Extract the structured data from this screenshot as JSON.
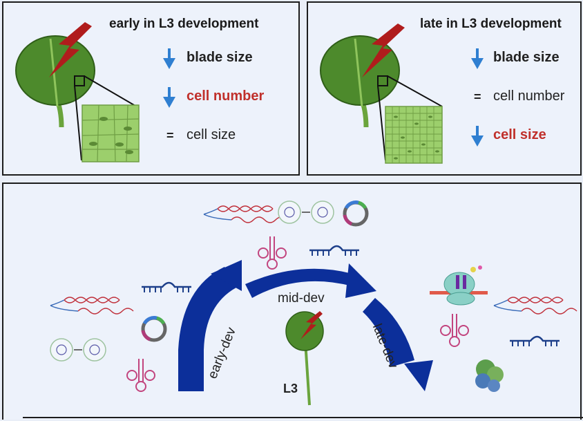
{
  "panel_early": {
    "title": "early in L3 development",
    "rows": [
      {
        "symbol": "down-arrow",
        "label": "blade size"
      },
      {
        "symbol": "down-arrow",
        "label": "cell number"
      },
      {
        "symbol": "=",
        "label": "cell size"
      }
    ]
  },
  "panel_late": {
    "title": "late in L3 development",
    "rows": [
      {
        "symbol": "down-arrow",
        "label": "blade size"
      },
      {
        "symbol": "=",
        "label": "cell number"
      },
      {
        "symbol": "down-arrow",
        "label": "cell size"
      }
    ]
  },
  "timeline": {
    "stage1": "early-dev",
    "stage2": "mid-dev",
    "stage3": "late-dev",
    "leaf_label": "L3"
  },
  "colors": {
    "arrow_blue": "#0c2f9a",
    "down_arrow": "#2f7fd1",
    "highlight_red": "#c0302b",
    "leaf_green": "#4d8a2c",
    "bolt_red": "#b01c1c"
  }
}
